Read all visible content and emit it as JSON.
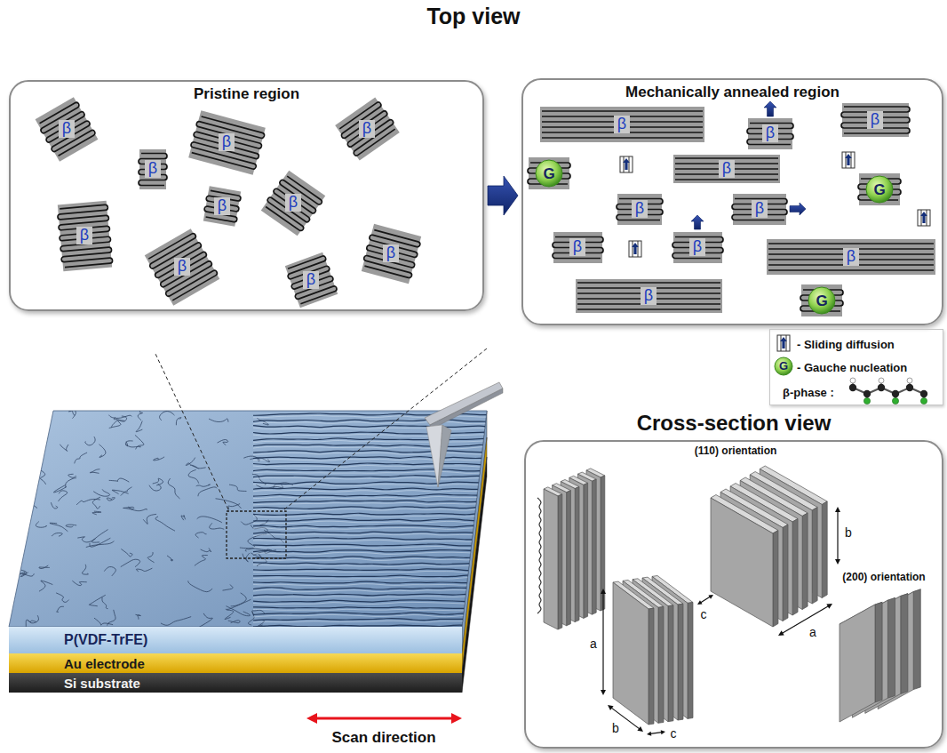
{
  "diagram": {
    "title": "Top view",
    "nodes": [
      {
        "text": [
          "Pristine region"
        ]
      },
      {
        "text": [
          "β"
        ],
        "in": 0
      },
      {
        "text": [
          "β"
        ],
        "in": 0
      },
      {
        "text": [
          "β"
        ],
        "in": 0
      },
      {
        "text": [
          "β"
        ],
        "in": 0
      },
      {
        "text": [
          "β"
        ],
        "in": 0
      },
      {
        "text": [
          "β"
        ],
        "in": 0
      },
      {
        "text": [
          "β"
        ],
        "in": 0
      },
      {
        "text": [
          "β"
        ],
        "in": 0
      },
      {
        "text": [
          "β"
        ],
        "in": 0
      },
      {
        "text": [
          "β"
        ],
        "in": 0
      },
      {
        "text": [
          "Mechanically annealed region"
        ]
      },
      {
        "text": [
          "β"
        ],
        "in": 11
      },
      {
        "text": [
          "β"
        ],
        "in": 11
      },
      {
        "text": [
          "β"
        ],
        "in": 11
      },
      {
        "text": [
          "G"
        ],
        "in": 11
      },
      {
        "text": [
          "β"
        ],
        "in": 11
      },
      {
        "text": [
          "G"
        ],
        "in": 11
      },
      {
        "text": [
          "β"
        ],
        "in": 11
      },
      {
        "text": [
          "β"
        ],
        "in": 11
      },
      {
        "text": [
          "β"
        ],
        "in": 11
      },
      {
        "text": [
          "β"
        ],
        "in": 11
      },
      {
        "text": [
          "β"
        ],
        "in": 11
      },
      {
        "text": [
          "G"
        ],
        "in": 11
      },
      {
        "text": [
          "β"
        ],
        "in": 11
      },
      {
        "text": [
          "P(VDF-TrFE)"
        ]
      },
      {
        "text": [
          "Au electrode"
        ]
      },
      {
        "text": [
          "Si substrate"
        ]
      },
      {
        "text": [
          "Cross-section view"
        ]
      }
    ],
    "edges": [
      {
        "from": 0,
        "to": 11,
        "arrow": "to"
      }
    ],
    "labels": [
      "(110) orientation",
      "b",
      "a",
      "c",
      "a",
      "b",
      "c",
      "(200) orientation",
      "Scan direction",
      "G"
    ],
    "legend": [
      {
        "text": "- Sliding diffusion"
      },
      {
        "text": "- Gauche nucleation"
      },
      {
        "text": "β-phase :"
      }
    ]
  }
}
